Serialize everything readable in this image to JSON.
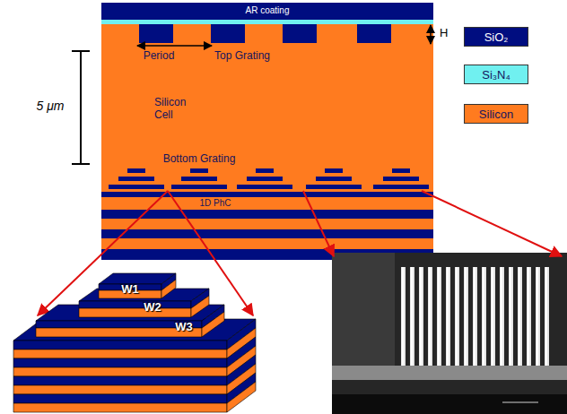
{
  "diagram": {
    "labels": [
      "AR coating",
      "H",
      "Period",
      "Top Grating",
      "5 μm",
      "Silicon Cell",
      "Bottom Grating",
      "1D PhC",
      "W1",
      "W2",
      "W3"
    ],
    "legend": [
      {
        "text": "SiO₂",
        "color": "#000d80"
      },
      {
        "text": "Si₃N₄",
        "color": "#70f0f0"
      },
      {
        "text": "Silicon",
        "color": "#ff7b1f"
      }
    ]
  }
}
